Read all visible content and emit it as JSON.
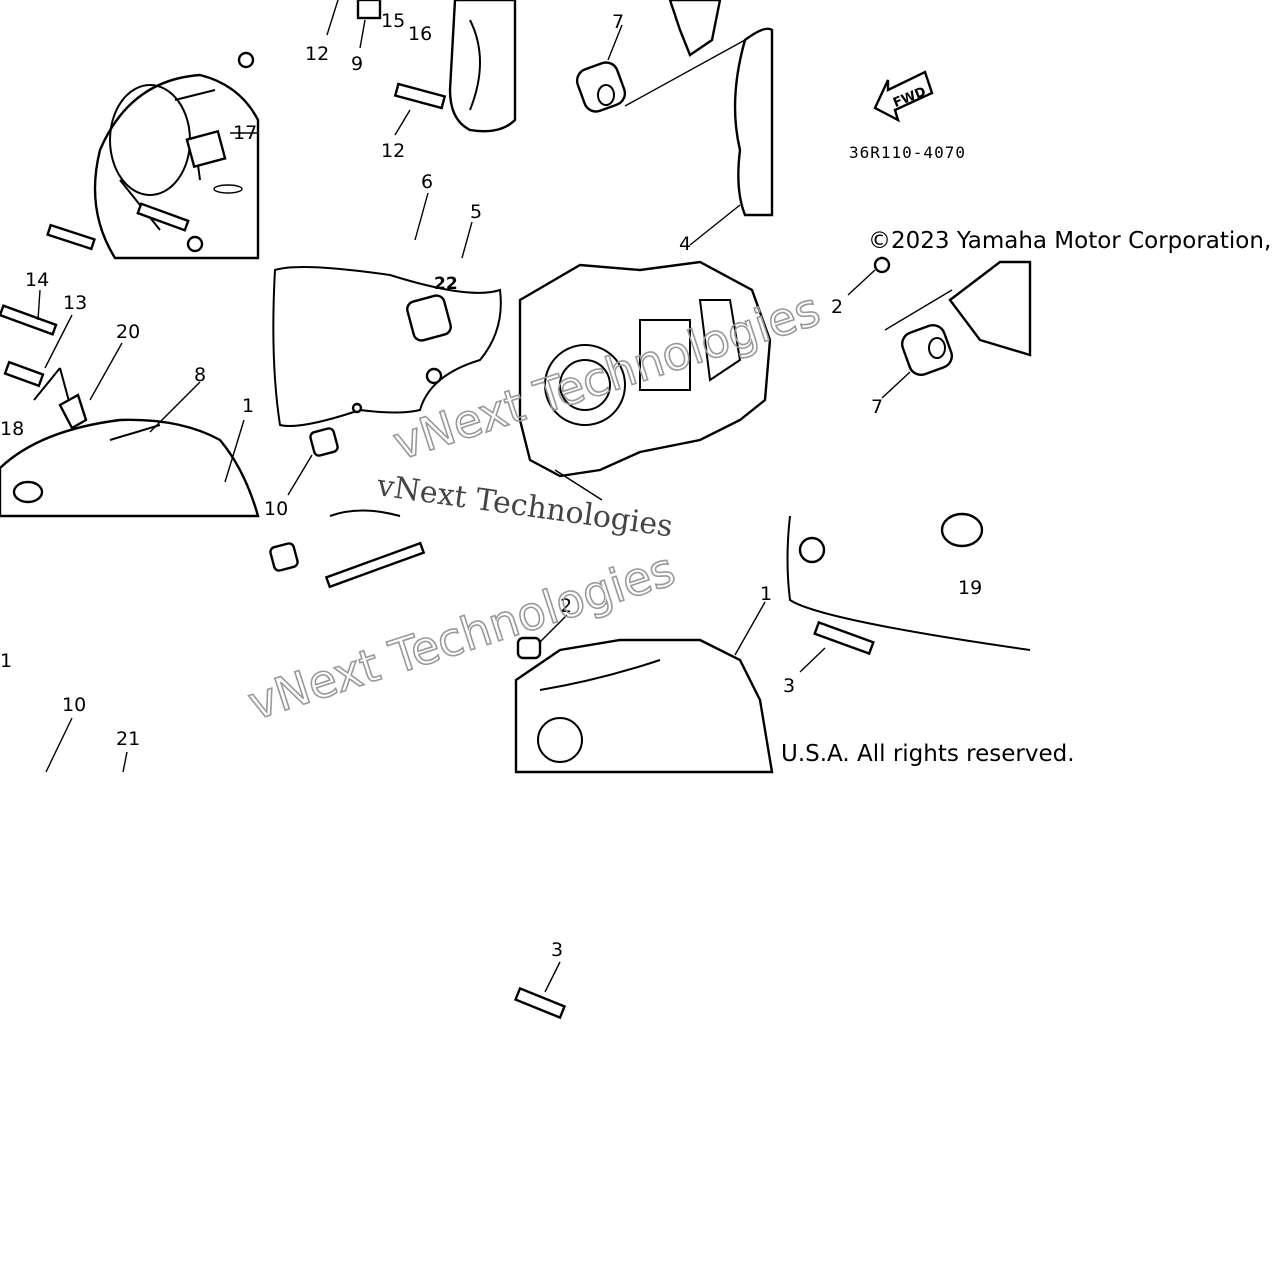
{
  "diagram": {
    "part_code": "36R110-4070",
    "fwd_label": "FWD",
    "copyright": {
      "line1": "©2023 Yamaha Motor Corporation,",
      "line2": "U.S.A. All rights reserved."
    },
    "watermark": {
      "brand": "vNext Technologies"
    },
    "callouts": {
      "n1": "1",
      "n2": "2",
      "n3": "3",
      "n4": "4",
      "n5": "5",
      "n6": "6",
      "n7": "7",
      "n8": "8",
      "n9": "9",
      "n10": "10",
      "n12": "12",
      "n13": "13",
      "n14": "14",
      "n15": "15",
      "n16": "16",
      "n17": "17",
      "n18": "18",
      "n19": "19",
      "n20": "20",
      "n21": "21",
      "n22": "22"
    }
  }
}
